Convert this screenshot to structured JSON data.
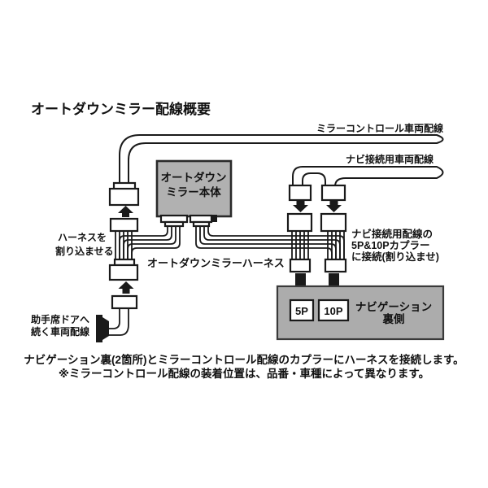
{
  "title": "オートダウンミラー配線概要",
  "diagram": {
    "top_labels": {
      "mirror_control": "ミラーコントロール車両配線",
      "navi_connection": "ナビ接続用車両配線"
    },
    "unit": {
      "line1": "オートダウン",
      "line2": "ミラー本体"
    },
    "harness_label": "オートダウンミラーハーネス",
    "insert_note": {
      "line1": "ハーネスを",
      "line2": "割り込ませる"
    },
    "coupler_note": {
      "line1": "ナビ接続用配線の",
      "line2": "5P&10Pカプラー",
      "line3": "に接続(割り込ませ)"
    },
    "door_note": {
      "line1": "助手席ドアへ",
      "line2": "続く車両配線"
    },
    "nav_panel": {
      "connector_5p": "5P",
      "connector_10p": "10P",
      "line1": "ナビゲーション",
      "line2": "裏側"
    },
    "colors": {
      "stroke": "#1a1a1a",
      "unit_fill": "#b1b1b1",
      "panel_fill": "#acacac",
      "text_on_gray": "#f2f2f2"
    }
  },
  "footer": {
    "line1": "ナビゲーション裏(2箇所)とミラーコントロール配線のカプラーにハーネスを接続します。",
    "line2": "※ミラーコントロール配線の装着位置は、品番・車種によって異なります。"
  }
}
